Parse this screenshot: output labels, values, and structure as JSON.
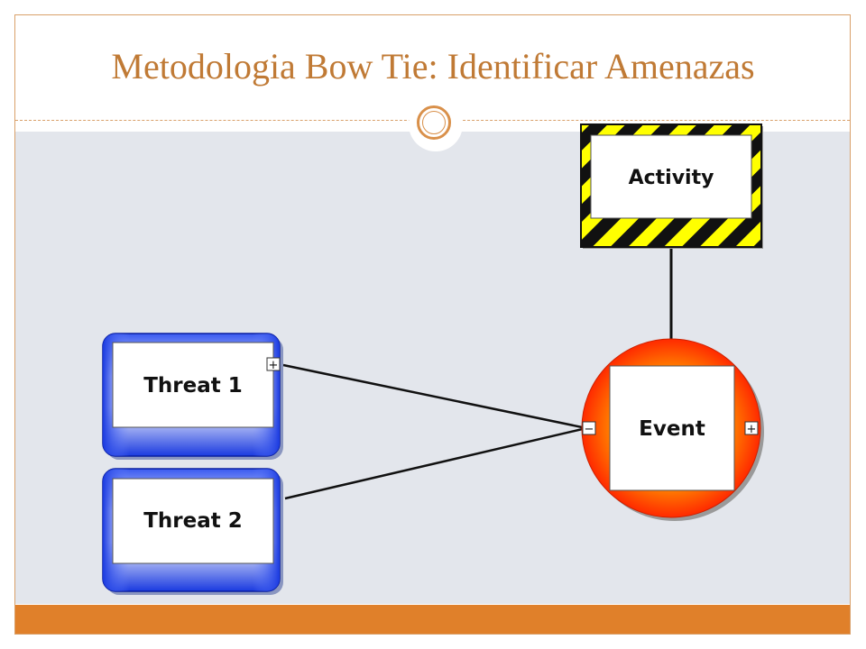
{
  "slide": {
    "title": "Metodologia Bow Tie: Identificar Amenazas"
  },
  "diagram": {
    "hazard": {
      "label": "Activity"
    },
    "top_event": {
      "label": "Event",
      "left_toggle": "−",
      "right_toggle": "+"
    },
    "threats": [
      {
        "label": "Threat 1",
        "toggle": "+"
      },
      {
        "label": "Threat 2",
        "toggle": ""
      }
    ]
  },
  "colors": {
    "title": "#c07a35",
    "accent_bar": "#e0802a",
    "content_background": "#e3e6ec",
    "threat_fill": "#2a4be0",
    "event_outer": "#ff2a00",
    "event_center": "#ffb300",
    "hazard_stripe_yellow": "#ffff00",
    "hazard_stripe_black": "#111111"
  }
}
